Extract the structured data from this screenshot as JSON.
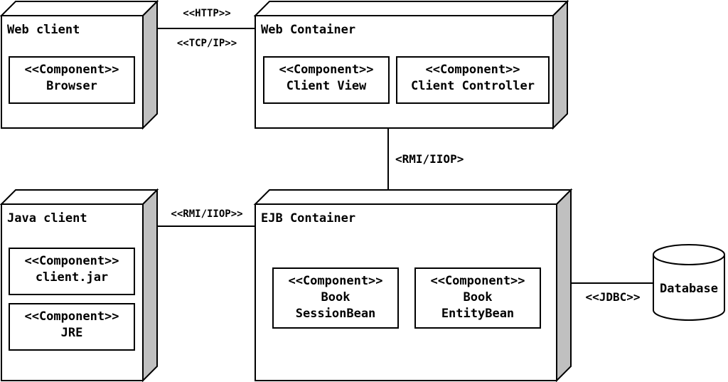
{
  "colors": {
    "stroke": "#000000",
    "node_face": "#ffffff",
    "node_side": "#c0c0c0"
  },
  "nodes": {
    "web_client": {
      "title": "Web client",
      "components": [
        {
          "stereotype": "<<Component>>",
          "name": "Browser"
        }
      ]
    },
    "web_container": {
      "title": "Web Container",
      "components": [
        {
          "stereotype": "<<Component>>",
          "name": "Client View"
        },
        {
          "stereotype": "<<Component>>",
          "name": "Client Controller"
        }
      ]
    },
    "java_client": {
      "title": "Java client",
      "components": [
        {
          "stereotype": "<<Component>>",
          "name": "client.jar"
        },
        {
          "stereotype": "<<Component>>",
          "name": "JRE"
        }
      ]
    },
    "ejb_container": {
      "title": "EJB Container",
      "components": [
        {
          "stereotype": "<<Component>>",
          "name_lines": [
            "Book",
            "SessionBean"
          ]
        },
        {
          "stereotype": "<<Component>>",
          "name_lines": [
            "Book",
            "EntityBean"
          ]
        }
      ]
    }
  },
  "database": {
    "label": "Database"
  },
  "connectors": {
    "web_link_top": "<<HTTP>>",
    "web_link_bottom": "<<TCP/IP>>",
    "container_link": "<RMI/IIOP>",
    "java_link": "<<RMI/IIOP>>",
    "db_link": "<<JDBC>>"
  }
}
